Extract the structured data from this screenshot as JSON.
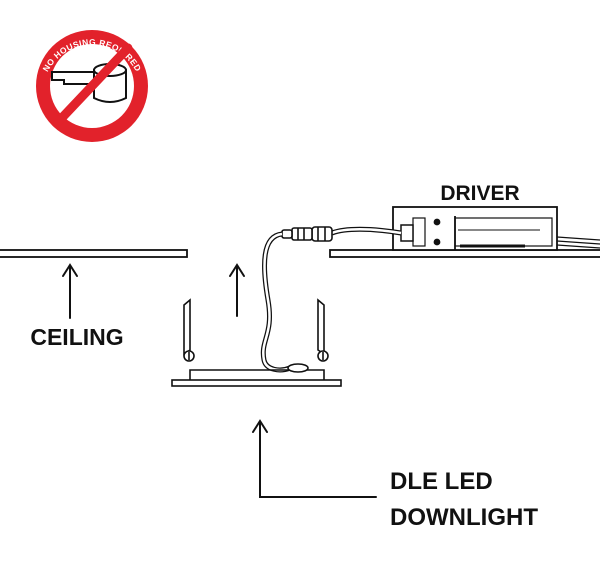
{
  "badge": {
    "text": "NO HOUSING REQUIRED",
    "ring_color": "#e2222b"
  },
  "labels": {
    "driver": "DRIVER",
    "ceiling": "CEILING",
    "downlight_line1": "DLE LED",
    "downlight_line2": "DOWNLIGHT"
  },
  "colors": {
    "ink": "#111111",
    "background": "#ffffff"
  }
}
